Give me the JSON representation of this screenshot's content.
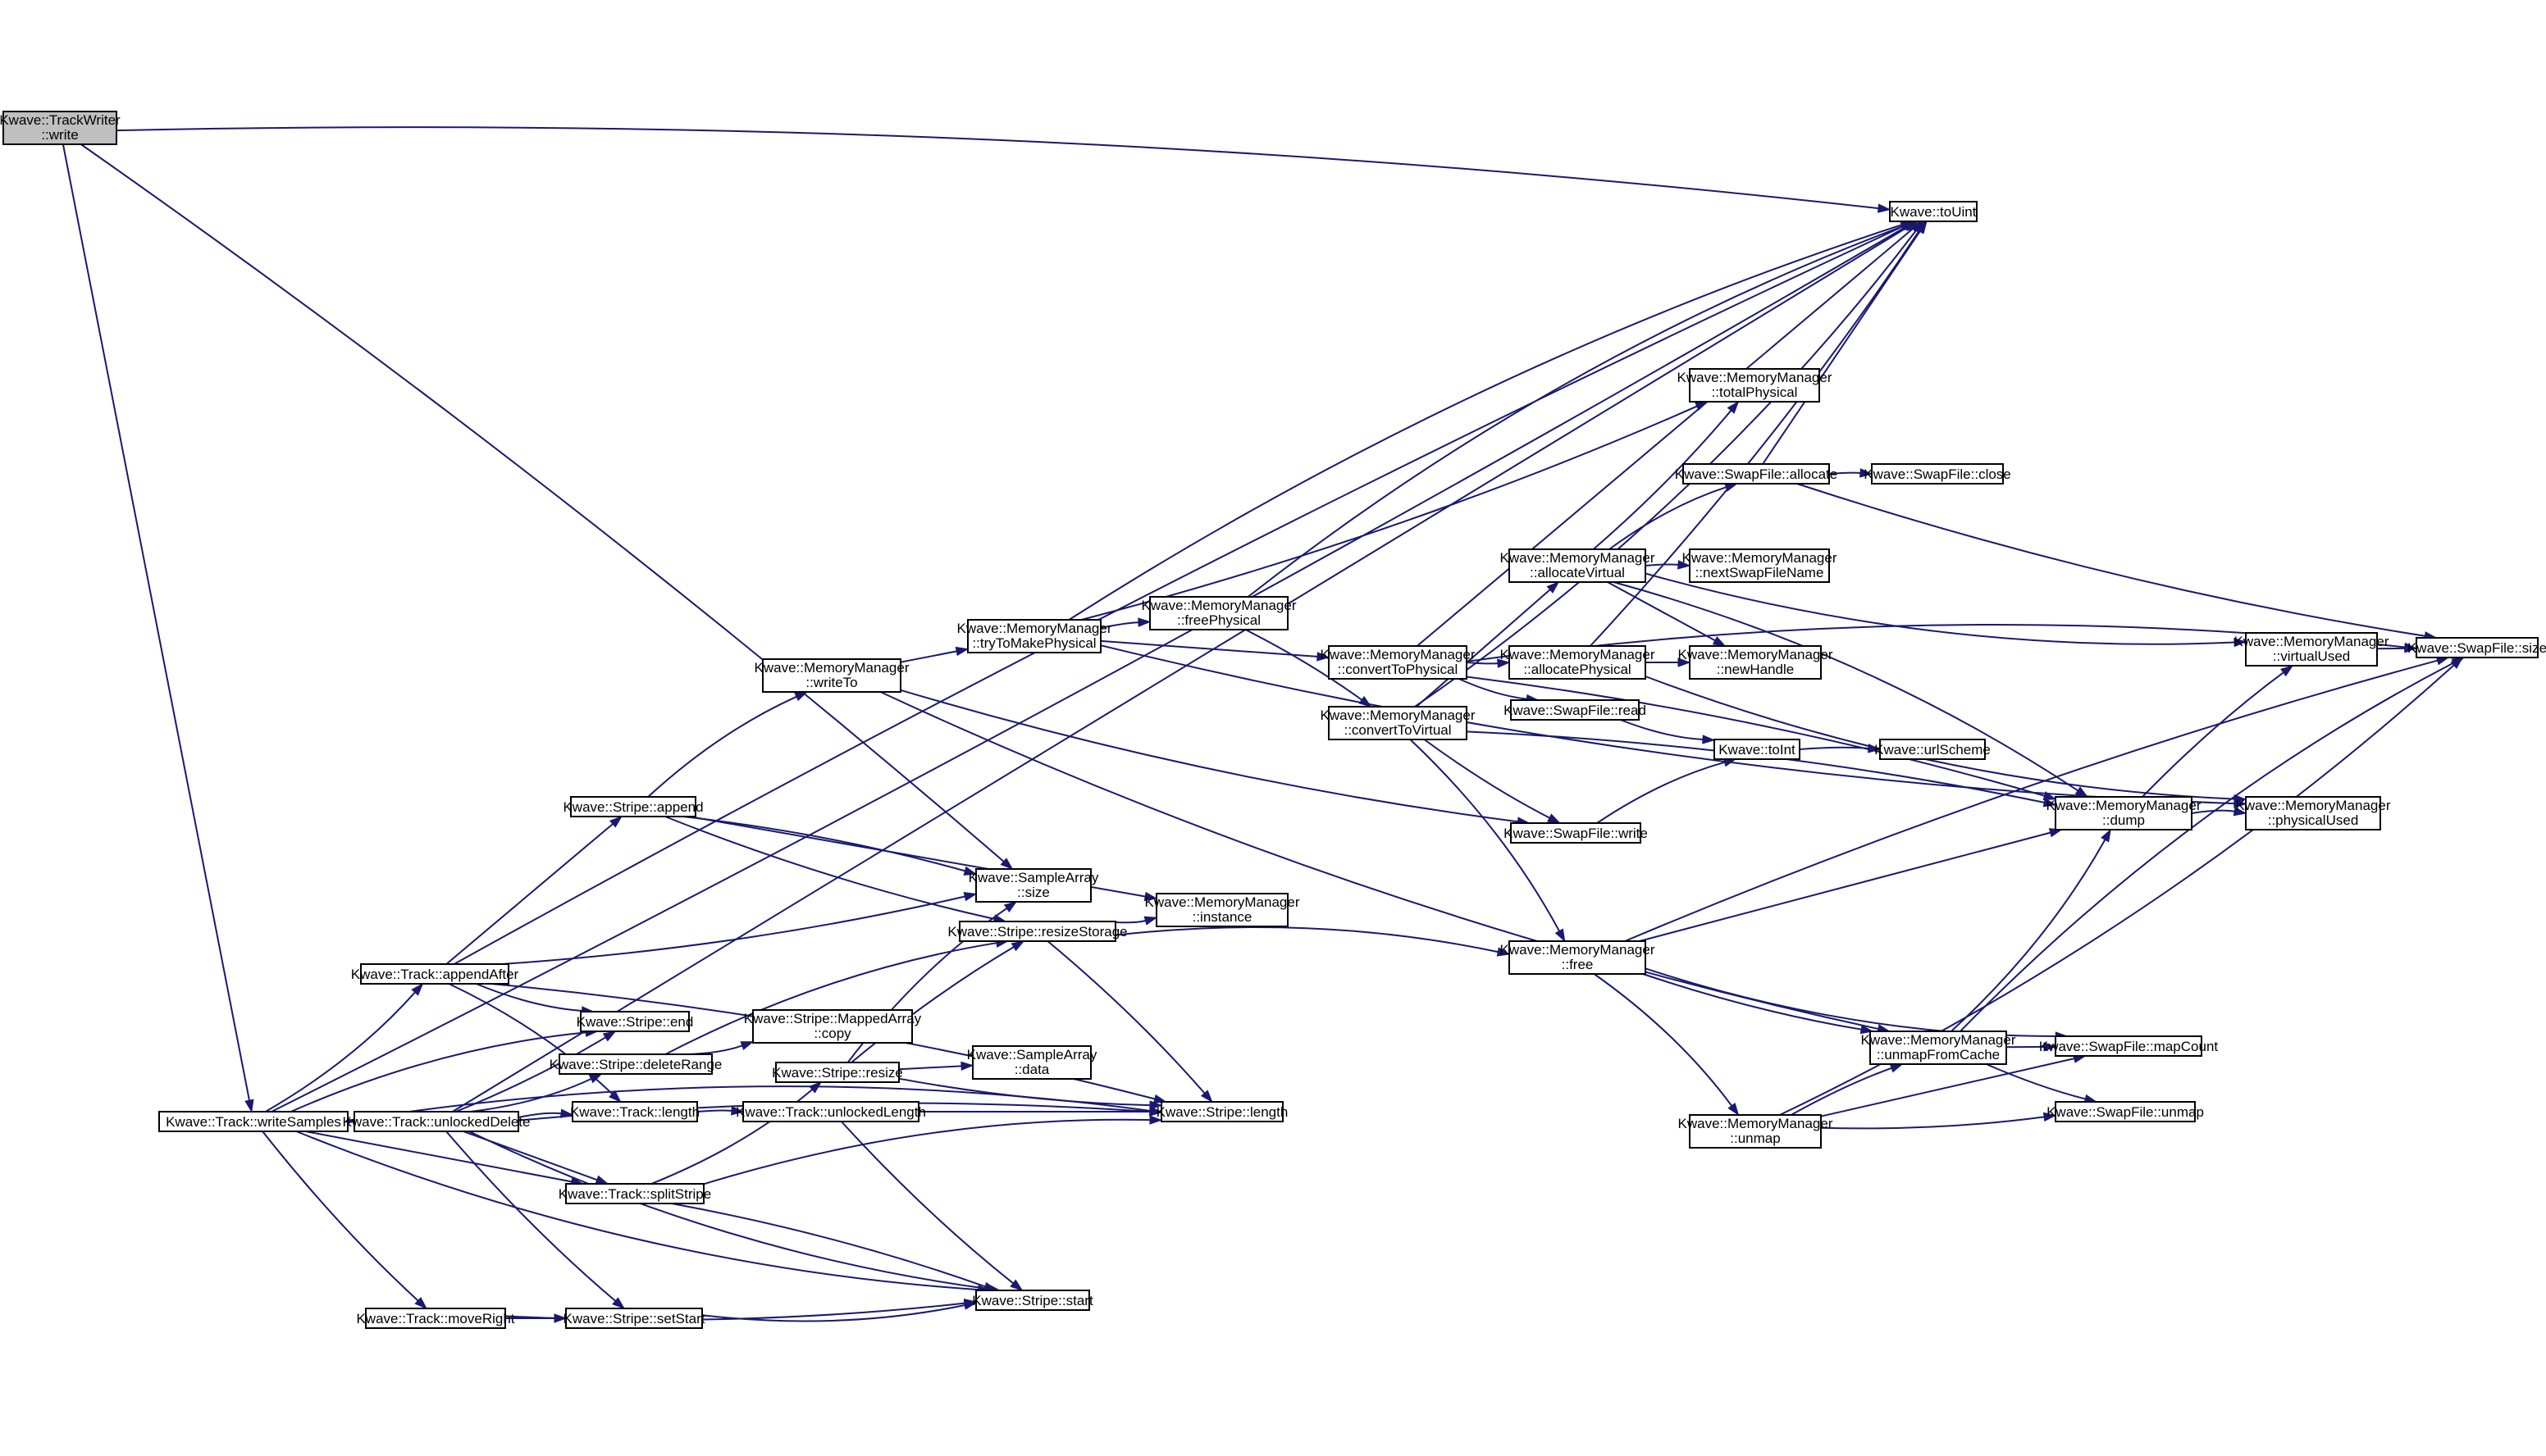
{
  "graph": {
    "kind": "call-graph",
    "colors": {
      "edge": "#191970",
      "node_border": "#000000",
      "root_fill": "#bfbfbf",
      "node_fill": "#ffffff",
      "background": "#ffffff"
    },
    "nodes": [
      {
        "id": "tw_write",
        "lines": [
          "Kwave::TrackWriter",
          "::write"
        ],
        "root": true
      },
      {
        "id": "toUint",
        "lines": [
          "Kwave::toUint"
        ]
      },
      {
        "id": "sf_size",
        "lines": [
          "Kwave::SwapFile::size"
        ]
      },
      {
        "id": "mm_totalPhysical",
        "lines": [
          "Kwave::MemoryManager",
          "::totalPhysical"
        ]
      },
      {
        "id": "sf_allocate",
        "lines": [
          "Kwave::SwapFile::allocate"
        ]
      },
      {
        "id": "sf_close",
        "lines": [
          "Kwave::SwapFile::close"
        ]
      },
      {
        "id": "mm_allocateVirtual",
        "lines": [
          "Kwave::MemoryManager",
          "::allocateVirtual"
        ]
      },
      {
        "id": "mm_nextSwapFileName",
        "lines": [
          "Kwave::MemoryManager",
          "::nextSwapFileName"
        ]
      },
      {
        "id": "mm_tryToMakePhysical",
        "lines": [
          "Kwave::MemoryManager",
          "::tryToMakePhysical"
        ]
      },
      {
        "id": "mm_freePhysical",
        "lines": [
          "Kwave::MemoryManager",
          "::freePhysical"
        ]
      },
      {
        "id": "mm_convertToPhysical",
        "lines": [
          "Kwave::MemoryManager",
          "::convertToPhysical"
        ]
      },
      {
        "id": "mm_allocatePhysical",
        "lines": [
          "Kwave::MemoryManager",
          "::allocatePhysical"
        ]
      },
      {
        "id": "mm_newHandle",
        "lines": [
          "Kwave::MemoryManager",
          "::newHandle"
        ]
      },
      {
        "id": "mm_virtualUsed",
        "lines": [
          "Kwave::MemoryManager",
          "::virtualUsed"
        ]
      },
      {
        "id": "mm_writeTo",
        "lines": [
          "Kwave::MemoryManager",
          "::writeTo"
        ]
      },
      {
        "id": "sf_read",
        "lines": [
          "Kwave::SwapFile::read"
        ]
      },
      {
        "id": "mm_convertToVirtual",
        "lines": [
          "Kwave::MemoryManager",
          "::convertToVirtual"
        ]
      },
      {
        "id": "toInt",
        "lines": [
          "Kwave::toInt"
        ]
      },
      {
        "id": "urlScheme",
        "lines": [
          "Kwave::urlScheme"
        ]
      },
      {
        "id": "st_append",
        "lines": [
          "Kwave::Stripe::append"
        ]
      },
      {
        "id": "mm_dump",
        "lines": [
          "Kwave::MemoryManager",
          "::dump"
        ]
      },
      {
        "id": "mm_physicalUsed",
        "lines": [
          "Kwave::MemoryManager",
          "::physicalUsed"
        ]
      },
      {
        "id": "sf_write",
        "lines": [
          "Kwave::SwapFile::write"
        ]
      },
      {
        "id": "sa_size",
        "lines": [
          "Kwave::SampleArray",
          "::size"
        ]
      },
      {
        "id": "mm_instance",
        "lines": [
          "Kwave::MemoryManager",
          "::instance"
        ]
      },
      {
        "id": "st_resizeStorage",
        "lines": [
          "Kwave::Stripe::resizeStorage"
        ]
      },
      {
        "id": "mm_free",
        "lines": [
          "Kwave::MemoryManager",
          "::free"
        ]
      },
      {
        "id": "tr_appendAfter",
        "lines": [
          "Kwave::Track::appendAfter"
        ]
      },
      {
        "id": "st_end",
        "lines": [
          "Kwave::Stripe::end"
        ]
      },
      {
        "id": "sma_copy",
        "lines": [
          "Kwave::Stripe::MappedArray",
          "::copy"
        ]
      },
      {
        "id": "st_deleteRange",
        "lines": [
          "Kwave::Stripe::deleteRange"
        ]
      },
      {
        "id": "mm_unmapFromCache",
        "lines": [
          "Kwave::MemoryManager",
          "::unmapFromCache"
        ]
      },
      {
        "id": "sf_mapCount",
        "lines": [
          "Kwave::SwapFile::mapCount"
        ]
      },
      {
        "id": "st_resize",
        "lines": [
          "Kwave::Stripe::resize"
        ]
      },
      {
        "id": "sa_data",
        "lines": [
          "Kwave::SampleArray",
          "::data"
        ]
      },
      {
        "id": "tr_writeSamples",
        "lines": [
          "Kwave::Track::writeSamples"
        ]
      },
      {
        "id": "tr_unlockedDelete",
        "lines": [
          "Kwave::Track::unlockedDelete"
        ]
      },
      {
        "id": "tr_length",
        "lines": [
          "Kwave::Track::length"
        ]
      },
      {
        "id": "tr_unlockedLength",
        "lines": [
          "Kwave::Track::unlockedLength"
        ]
      },
      {
        "id": "st_length",
        "lines": [
          "Kwave::Stripe::length"
        ]
      },
      {
        "id": "sf_unmap",
        "lines": [
          "Kwave::SwapFile::unmap"
        ]
      },
      {
        "id": "mm_unmap",
        "lines": [
          "Kwave::MemoryManager",
          "::unmap"
        ]
      },
      {
        "id": "tr_splitStripe",
        "lines": [
          "Kwave::Track::splitStripe"
        ]
      },
      {
        "id": "tr_moveRight",
        "lines": [
          "Kwave::Track::moveRight"
        ]
      },
      {
        "id": "st_setStart",
        "lines": [
          "Kwave::Stripe::setStart"
        ]
      },
      {
        "id": "st_start",
        "lines": [
          "Kwave::Stripe::start"
        ]
      }
    ],
    "edges": [
      [
        "tw_write",
        "toUint"
      ],
      [
        "tw_write",
        "sa_size"
      ],
      [
        "tw_write",
        "tr_writeSamples"
      ],
      [
        "tr_writeSamples",
        "toUint"
      ],
      [
        "tr_writeSamples",
        "tr_appendAfter"
      ],
      [
        "tr_writeSamples",
        "st_end"
      ],
      [
        "tr_writeSamples",
        "tr_unlockedDelete"
      ],
      [
        "tr_writeSamples",
        "tr_splitStripe"
      ],
      [
        "tr_writeSamples",
        "tr_moveRight"
      ],
      [
        "tr_writeSamples",
        "st_start"
      ],
      [
        "tr_writeSamples",
        "st_length"
      ],
      [
        "tr_appendAfter",
        "toUint"
      ],
      [
        "tr_appendAfter",
        "st_append"
      ],
      [
        "tr_appendAfter",
        "sa_size"
      ],
      [
        "tr_appendAfter",
        "st_end"
      ],
      [
        "tr_appendAfter",
        "tr_length"
      ],
      [
        "tr_appendAfter",
        "st_length"
      ],
      [
        "tr_unlockedDelete",
        "toUint"
      ],
      [
        "tr_unlockedDelete",
        "st_end"
      ],
      [
        "tr_unlockedDelete",
        "st_deleteRange"
      ],
      [
        "tr_unlockedDelete",
        "tr_length"
      ],
      [
        "tr_unlockedDelete",
        "st_length"
      ],
      [
        "tr_unlockedDelete",
        "tr_splitStripe"
      ],
      [
        "tr_unlockedDelete",
        "st_setStart"
      ],
      [
        "tr_unlockedDelete",
        "st_start"
      ],
      [
        "st_append",
        "mm_writeTo"
      ],
      [
        "st_append",
        "sa_size"
      ],
      [
        "st_append",
        "mm_instance"
      ],
      [
        "st_append",
        "st_resizeStorage"
      ],
      [
        "st_deleteRange",
        "sma_copy"
      ],
      [
        "st_deleteRange",
        "st_resizeStorage"
      ],
      [
        "tr_length",
        "tr_unlockedLength"
      ],
      [
        "tr_unlockedLength",
        "st_length"
      ],
      [
        "tr_unlockedLength",
        "st_start"
      ],
      [
        "tr_splitStripe",
        "st_resize"
      ],
      [
        "tr_splitStripe",
        "st_length"
      ],
      [
        "tr_splitStripe",
        "st_start"
      ],
      [
        "tr_moveRight",
        "st_setStart"
      ],
      [
        "tr_moveRight",
        "st_start"
      ],
      [
        "st_setStart",
        "st_start"
      ],
      [
        "st_resize",
        "sa_size"
      ],
      [
        "st_resize",
        "st_resizeStorage"
      ],
      [
        "st_resize",
        "sa_data"
      ],
      [
        "st_resize",
        "st_length"
      ],
      [
        "st_resizeStorage",
        "mm_instance"
      ],
      [
        "st_resizeStorage",
        "mm_free"
      ],
      [
        "st_resizeStorage",
        "st_length"
      ],
      [
        "mm_writeTo",
        "mm_tryToMakePhysical"
      ],
      [
        "mm_writeTo",
        "sf_write"
      ],
      [
        "mm_writeTo",
        "mm_unmapFromCache"
      ],
      [
        "mm_tryToMakePhysical",
        "toUint"
      ],
      [
        "mm_tryToMakePhysical",
        "mm_freePhysical"
      ],
      [
        "mm_tryToMakePhysical",
        "mm_convertToPhysical"
      ],
      [
        "mm_tryToMakePhysical",
        "mm_totalPhysical"
      ],
      [
        "mm_tryToMakePhysical",
        "mm_physicalUsed"
      ],
      [
        "mm_freePhysical",
        "toUint"
      ],
      [
        "mm_freePhysical",
        "mm_convertToVirtual"
      ],
      [
        "mm_convertToPhysical",
        "toUint"
      ],
      [
        "mm_convertToPhysical",
        "mm_allocatePhysical"
      ],
      [
        "mm_convertToPhysical",
        "sf_read"
      ],
      [
        "mm_convertToPhysical",
        "sf_size"
      ],
      [
        "mm_convertToPhysical",
        "mm_dump"
      ],
      [
        "mm_convertToVirtual",
        "mm_allocateVirtual"
      ],
      [
        "mm_convertToVirtual",
        "sf_write"
      ],
      [
        "mm_convertToVirtual",
        "toUint"
      ],
      [
        "mm_convertToVirtual",
        "mm_free"
      ],
      [
        "mm_convertToVirtual",
        "mm_dump"
      ],
      [
        "mm_allocatePhysical",
        "mm_newHandle"
      ],
      [
        "mm_allocatePhysical",
        "toUint"
      ],
      [
        "mm_allocatePhysical",
        "mm_physicalUsed"
      ],
      [
        "mm_allocateVirtual",
        "sf_allocate"
      ],
      [
        "mm_allocateVirtual",
        "mm_nextSwapFileName"
      ],
      [
        "mm_allocateVirtual",
        "mm_newHandle"
      ],
      [
        "mm_allocateVirtual",
        "mm_totalPhysical"
      ],
      [
        "mm_allocateVirtual",
        "mm_virtualUsed"
      ],
      [
        "mm_allocateVirtual",
        "mm_dump"
      ],
      [
        "sf_allocate",
        "sf_close"
      ],
      [
        "sf_allocate",
        "toUint"
      ],
      [
        "sf_allocate",
        "sf_size"
      ],
      [
        "sf_read",
        "toInt"
      ],
      [
        "sf_write",
        "toInt"
      ],
      [
        "toInt",
        "urlScheme"
      ],
      [
        "mm_free",
        "mm_dump"
      ],
      [
        "mm_free",
        "mm_unmapFromCache"
      ],
      [
        "mm_free",
        "sf_mapCount"
      ],
      [
        "mm_free",
        "mm_unmap"
      ],
      [
        "mm_free",
        "sf_size"
      ],
      [
        "mm_unmapFromCache",
        "sf_mapCount"
      ],
      [
        "mm_unmapFromCache",
        "sf_unmap"
      ],
      [
        "mm_unmapFromCache",
        "mm_dump"
      ],
      [
        "mm_unmapFromCache",
        "sf_size"
      ],
      [
        "mm_unmap",
        "mm_unmapFromCache"
      ],
      [
        "mm_unmap",
        "sf_mapCount"
      ],
      [
        "mm_unmap",
        "sf_unmap"
      ],
      [
        "mm_unmap",
        "sf_size"
      ],
      [
        "mm_dump",
        "mm_physicalUsed"
      ],
      [
        "mm_dump",
        "mm_virtualUsed"
      ],
      [
        "mm_virtualUsed",
        "sf_size"
      ]
    ]
  }
}
